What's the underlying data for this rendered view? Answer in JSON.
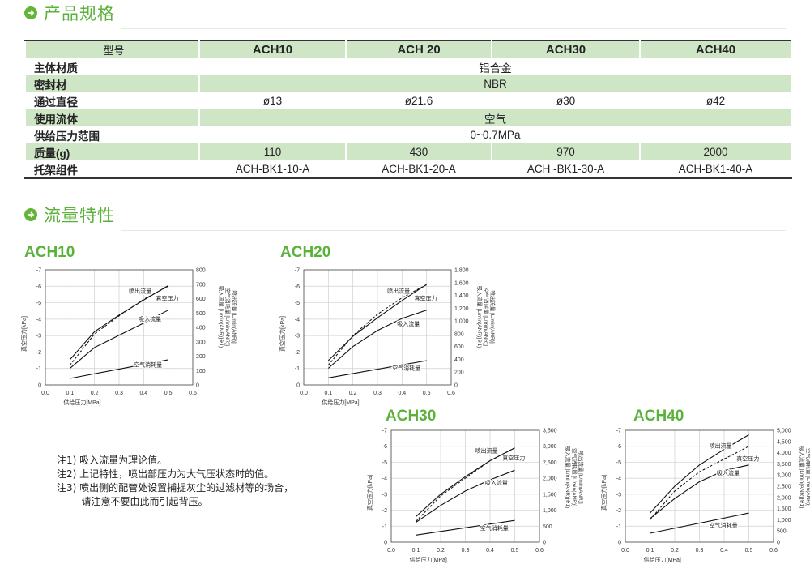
{
  "section1": {
    "title": "产品规格"
  },
  "section2": {
    "title": "流量特性"
  },
  "spec": {
    "header": {
      "label": "型号",
      "models": [
        "ACH10",
        "ACH 20",
        "ACH30",
        "ACH40"
      ]
    },
    "rows": [
      {
        "label": "主体材质",
        "span": "铝合金"
      },
      {
        "label": "密封材",
        "span": "NBR"
      },
      {
        "label": "通过直径",
        "values": [
          "ø13",
          "ø21.6",
          "ø30",
          "ø42"
        ]
      },
      {
        "label": "使用流体",
        "span": "空气"
      },
      {
        "label": "供给压力范围",
        "span": "0~0.7MPa"
      },
      {
        "label": "质量(g)",
        "values": [
          "110",
          "430",
          "970",
          "2000"
        ]
      },
      {
        "label": "托架组件",
        "values": [
          "ACH-BK1-10-A",
          "ACH-BK1-20-A",
          "ACH -BK1-30-A",
          "ACH-BK1-40-A"
        ]
      }
    ]
  },
  "chart_data": [
    {
      "type": "line",
      "title": "ACH10",
      "xlabel": "供给压力[MPa]",
      "ylabel_left": "真空压力[kPa]",
      "ylabel_right": [
        "吸入流量 [L/min(ANR)]※1)",
        "空气消耗量 [L/min(ANR)]",
        "喷出流量 [L/min(ANR)]"
      ],
      "x_ticks": [
        "0.0",
        "0.1",
        "0.2",
        "0.3",
        "0.4",
        "0.5",
        "0.6"
      ],
      "left_ticks": [
        "-7",
        "-6",
        "-5",
        "-4",
        "-3",
        "-2",
        "-1",
        "0"
      ],
      "right_ticks": [
        "800",
        "700",
        "600",
        "500",
        "400",
        "300",
        "200",
        "100",
        "0"
      ],
      "xlim": [
        0,
        0.6
      ],
      "left_lim": [
        0,
        -7
      ],
      "right_lim": [
        0,
        800
      ],
      "series": [
        {
          "name": "喷出流量",
          "axis": "right",
          "dash": false,
          "x": [
            0.1,
            0.2,
            0.3,
            0.4,
            0.5
          ],
          "values": [
            175,
            370,
            485,
            590,
            690
          ]
        },
        {
          "name": "真空压力",
          "axis": "left",
          "dash": true,
          "x": [
            0.1,
            0.2,
            0.3,
            0.4,
            0.5
          ],
          "values": [
            -1.2,
            -3.1,
            -4.2,
            -5.2,
            -6.0
          ]
        },
        {
          "name": "吸入流量",
          "axis": "right",
          "dash": false,
          "x": [
            0.1,
            0.2,
            0.3,
            0.4,
            0.5
          ],
          "values": [
            115,
            260,
            345,
            430,
            520
          ]
        },
        {
          "name": "空气消耗量",
          "axis": "right",
          "dash": false,
          "x": [
            0.1,
            0.5
          ],
          "values": [
            45,
            175
          ]
        }
      ],
      "labels": [
        {
          "text": "喷出流量",
          "x": 0.34,
          "y": -5.6
        },
        {
          "text": "真空压力",
          "x": 0.45,
          "y": -5.15
        },
        {
          "text": "吸入流量",
          "x": 0.38,
          "y": -3.9
        },
        {
          "text": "空气消耗量",
          "x": 0.36,
          "y": -1.1
        }
      ]
    },
    {
      "type": "line",
      "title": "ACH20",
      "xlabel": "供给压力[MPa]",
      "ylabel_left": "真空压力[kPa]",
      "ylabel_right": [
        "吸入流量 [L/min(ANR)]※1)",
        "空气消耗量 [L/min(ANR)]",
        "喷出流量 [L/min(ANR)]"
      ],
      "x_ticks": [
        "0.0",
        "0.1",
        "0.2",
        "0.3",
        "0.4",
        "0.5",
        "0.6"
      ],
      "left_ticks": [
        "-7",
        "-6",
        "-5",
        "-4",
        "-3",
        "-2",
        "-1",
        "0"
      ],
      "right_ticks": [
        "1,800",
        "1,600",
        "1,400",
        "1,200",
        "1,000",
        "800",
        "600",
        "400",
        "200",
        "0"
      ],
      "xlim": [
        0,
        0.6
      ],
      "left_lim": [
        0,
        -7
      ],
      "right_lim": [
        0,
        1800
      ],
      "series": [
        {
          "name": "喷出流量",
          "axis": "right",
          "dash": false,
          "x": [
            0.1,
            0.2,
            0.3,
            0.4,
            0.5
          ],
          "values": [
            380,
            760,
            1050,
            1320,
            1570
          ]
        },
        {
          "name": "真空压力",
          "axis": "left",
          "dash": true,
          "x": [
            0.1,
            0.2,
            0.3,
            0.4,
            0.5
          ],
          "values": [
            -1.2,
            -3.0,
            -4.3,
            -5.3,
            -6.1
          ]
        },
        {
          "name": "吸入流量",
          "axis": "right",
          "dash": false,
          "x": [
            0.1,
            0.2,
            0.3,
            0.4,
            0.5
          ],
          "values": [
            260,
            600,
            850,
            1040,
            1170
          ]
        },
        {
          "name": "空气消耗量",
          "axis": "right",
          "dash": false,
          "x": [
            0.1,
            0.5
          ],
          "values": [
            110,
            380
          ]
        }
      ],
      "labels": [
        {
          "text": "喷出流量",
          "x": 0.34,
          "y": -5.6
        },
        {
          "text": "真空压力",
          "x": 0.45,
          "y": -5.15
        },
        {
          "text": "吸入流量",
          "x": 0.38,
          "y": -3.6
        },
        {
          "text": "空气消耗量",
          "x": 0.36,
          "y": -0.9
        }
      ]
    },
    {
      "type": "line",
      "title": "ACH30",
      "xlabel": "供给压力[MPa]",
      "ylabel_left": "真空压力[kPa]",
      "ylabel_right": [
        "吸入流量 [L/min(ANR)]※1)",
        "空气消耗量 [L/min(ANR)]",
        "喷出流量 [L/min(ANR)]"
      ],
      "x_ticks": [
        "0.0",
        "0.1",
        "0.2",
        "0.3",
        "0.4",
        "0.5",
        "0.6"
      ],
      "left_ticks": [
        "-7",
        "-6",
        "-5",
        "-4",
        "-3",
        "-2",
        "-1",
        "0"
      ],
      "right_ticks": [
        "3,500",
        "3,000",
        "2,500",
        "2,000",
        "1,500",
        "1,000",
        "500",
        "0"
      ],
      "xlim": [
        0,
        0.6
      ],
      "left_lim": [
        0,
        -7
      ],
      "right_lim": [
        0,
        3500
      ],
      "series": [
        {
          "name": "喷出流量",
          "axis": "right",
          "dash": false,
          "x": [
            0.1,
            0.2,
            0.3,
            0.4,
            0.5
          ],
          "values": [
            800,
            1500,
            2050,
            2550,
            2950
          ]
        },
        {
          "name": "真空压力",
          "axis": "left",
          "dash": true,
          "x": [
            0.1,
            0.2,
            0.3,
            0.4,
            0.5
          ],
          "values": [
            -1.3,
            -2.9,
            -4.0,
            -5.1,
            -5.9
          ]
        },
        {
          "name": "吸入流量",
          "axis": "right",
          "dash": false,
          "x": [
            0.1,
            0.2,
            0.3,
            0.4,
            0.5
          ],
          "values": [
            620,
            1150,
            1600,
            1950,
            2250
          ]
        },
        {
          "name": "空气消耗量",
          "axis": "right",
          "dash": false,
          "x": [
            0.1,
            0.5
          ],
          "values": [
            220,
            680
          ]
        }
      ],
      "labels": [
        {
          "text": "喷出流量",
          "x": 0.34,
          "y": -5.6
        },
        {
          "text": "真空压力",
          "x": 0.45,
          "y": -5.15
        },
        {
          "text": "吸入流量",
          "x": 0.38,
          "y": -3.6
        },
        {
          "text": "空气消耗量",
          "x": 0.36,
          "y": -0.75
        }
      ]
    },
    {
      "type": "line",
      "title": "ACH40",
      "xlabel": "供给压力[MPa]",
      "ylabel_left": "真空压力[kPa]",
      "ylabel_right": [
        "吸入流量 [L/min(ANR)]※1)",
        "空气消耗量 [L/min(ANR)]",
        "喷出流量 [L/min(ANR)]"
      ],
      "x_ticks": [
        "0.0",
        "0.1",
        "0.2",
        "0.3",
        "0.4",
        "0.5",
        "0.6"
      ],
      "left_ticks": [
        "-7",
        "-6",
        "-5",
        "-4",
        "-3",
        "-2",
        "-1",
        "0"
      ],
      "right_ticks": [
        "5,000",
        "4,500",
        "4,000",
        "3,500",
        "3,000",
        "2,500",
        "2,000",
        "1,500",
        "1,000",
        "500",
        "0"
      ],
      "xlim": [
        0,
        0.6
      ],
      "left_lim": [
        0,
        -7
      ],
      "right_lim": [
        0,
        5000
      ],
      "series": [
        {
          "name": "喷出流量",
          "axis": "right",
          "dash": false,
          "x": [
            0.1,
            0.2,
            0.3,
            0.4,
            0.5
          ],
          "values": [
            1300,
            2500,
            3450,
            4150,
            4800
          ]
        },
        {
          "name": "真空压力",
          "axis": "left",
          "dash": true,
          "x": [
            0.1,
            0.2,
            0.3,
            0.4,
            0.5
          ],
          "values": [
            -1.4,
            -3.2,
            -4.4,
            -5.2,
            -6.0
          ]
        },
        {
          "name": "吸入流量",
          "axis": "right",
          "dash": false,
          "x": [
            0.1,
            0.2,
            0.3,
            0.4,
            0.5
          ],
          "values": [
            1050,
            1950,
            2700,
            3200,
            3450
          ]
        },
        {
          "name": "空气消耗量",
          "axis": "right",
          "dash": false,
          "x": [
            0.1,
            0.5
          ],
          "values": [
            400,
            1300
          ]
        }
      ],
      "labels": [
        {
          "text": "喷出流量",
          "x": 0.34,
          "y": -5.9
        },
        {
          "text": "真空压力",
          "x": 0.45,
          "y": -5.1
        },
        {
          "text": "吸入流量",
          "x": 0.37,
          "y": -4.2
        },
        {
          "text": "空气消耗量",
          "x": 0.34,
          "y": -0.95
        }
      ]
    }
  ],
  "notes": [
    "注1) 吸入流量为理论值。",
    "注2) 上记特性，喷出部压力为大气压状态时的值。",
    "注3) 喷出侧的配管处设置捕捉灰尘的过滤材等的场合，",
    "        请注意不要由此而引起背压。"
  ]
}
